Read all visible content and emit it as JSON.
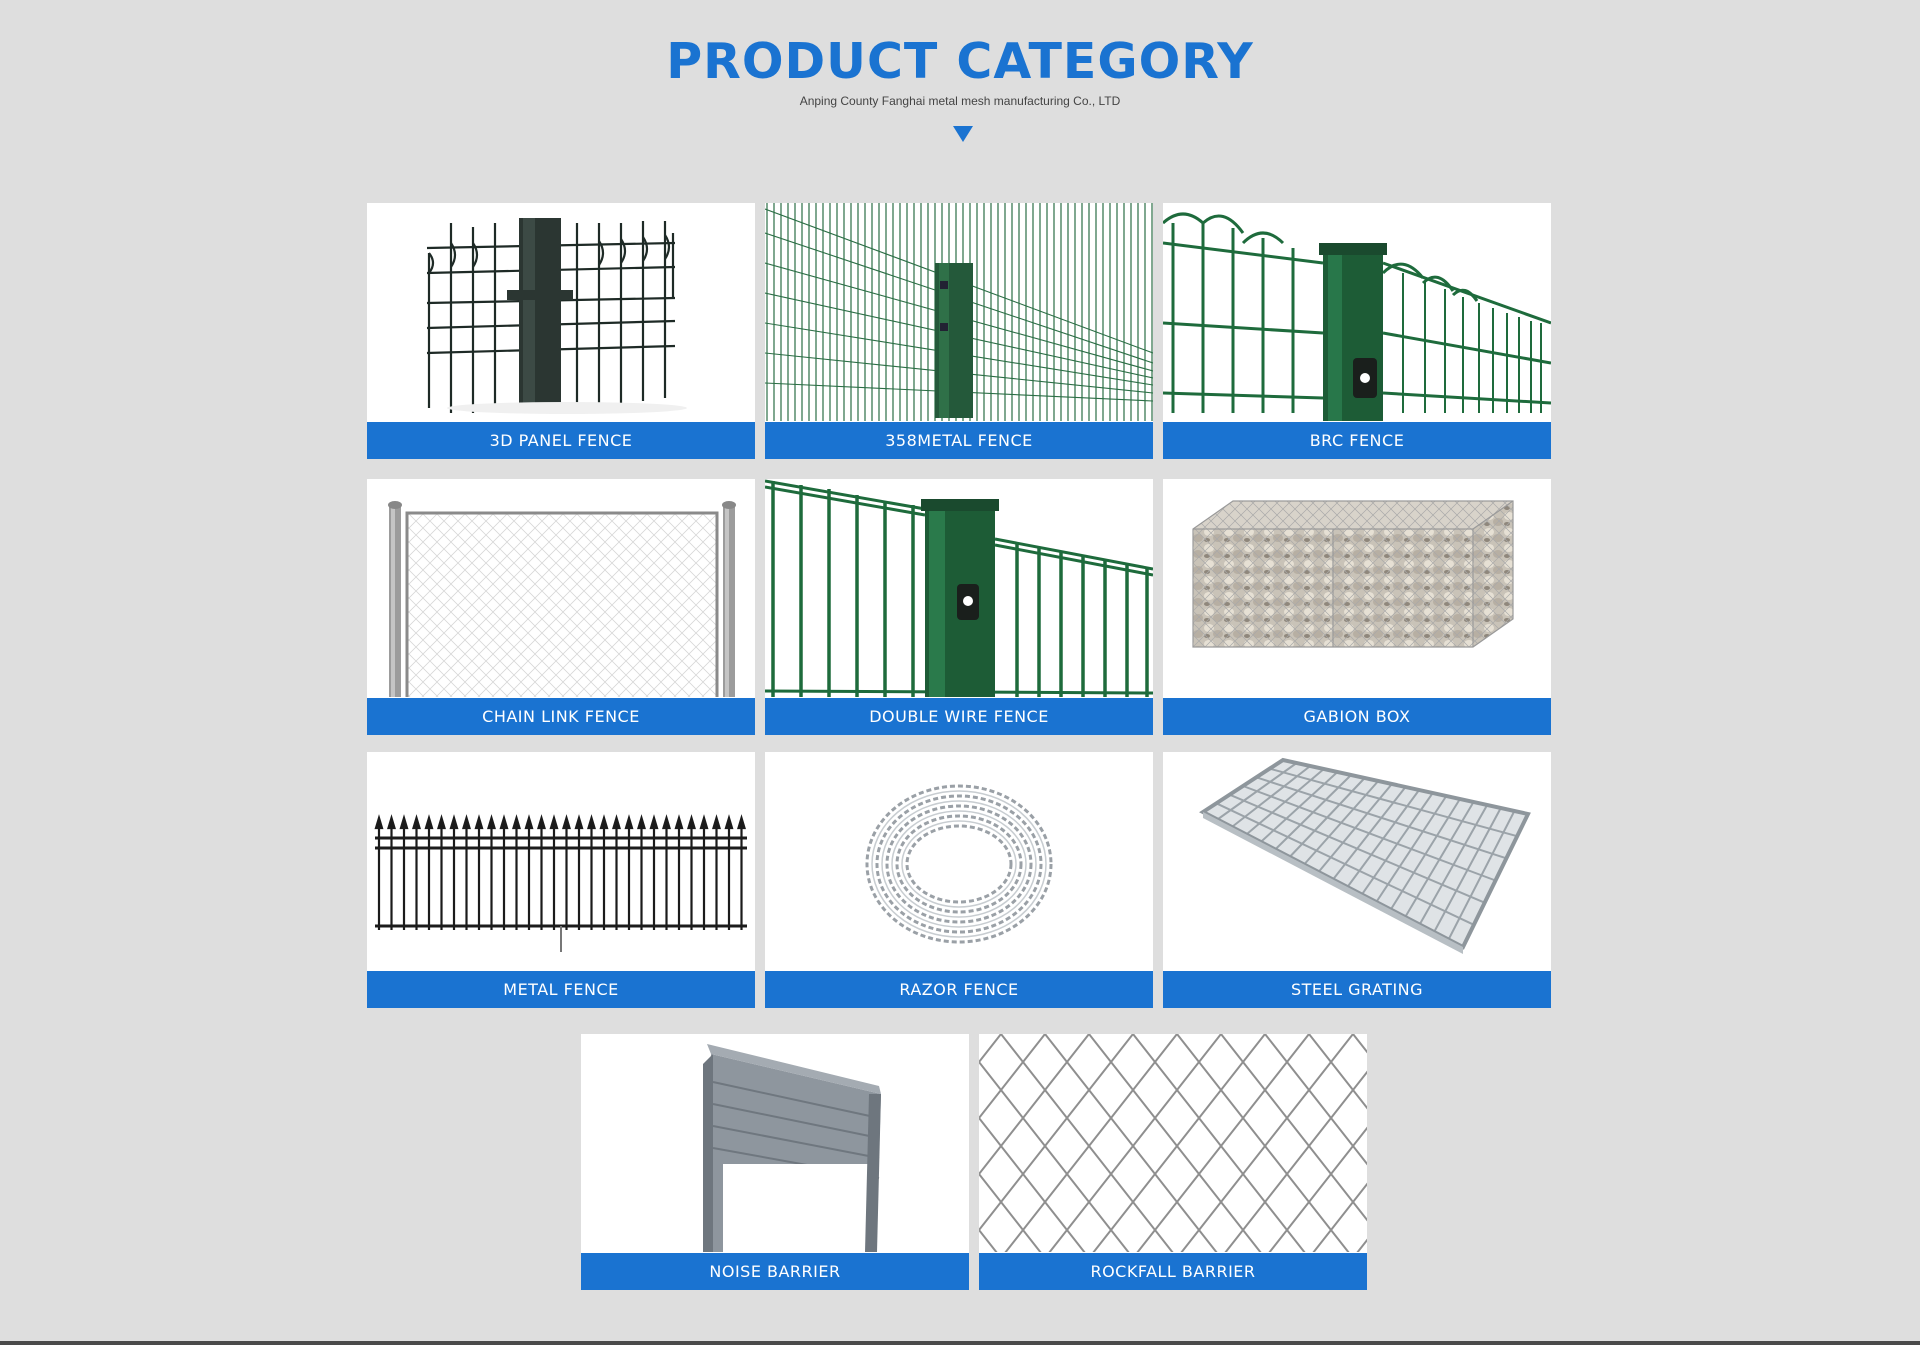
{
  "header": {
    "title": "PRODUCT CATEGORY",
    "subtitle": "Anping County Fanghai metal mesh manufacturing Co., LTD"
  },
  "colors": {
    "accent": "#1a73d1",
    "background": "#dedede",
    "fence_green": "#1f5a3a",
    "dark_fence": "#1e2a26"
  },
  "products": [
    {
      "label": "3D PANEL FENCE",
      "icon": "3d-panel-fence-image"
    },
    {
      "label": "358METAL FENCE",
      "icon": "358-metal-fence-image"
    },
    {
      "label": "BRC FENCE",
      "icon": "brc-fence-image"
    },
    {
      "label": "CHAIN LINK FENCE",
      "icon": "chain-link-fence-image"
    },
    {
      "label": "DOUBLE WIRE FENCE",
      "icon": "double-wire-fence-image"
    },
    {
      "label": "GABION BOX",
      "icon": "gabion-box-image"
    },
    {
      "label": "METAL FENCE",
      "icon": "metal-fence-image"
    },
    {
      "label": "RAZOR FENCE",
      "icon": "razor-fence-image"
    },
    {
      "label": "STEEL GRATING",
      "icon": "steel-grating-image"
    },
    {
      "label": "NOISE BARRIER",
      "icon": "noise-barrier-image"
    },
    {
      "label": "ROCKFALL BARRIER",
      "icon": "rockfall-barrier-image"
    }
  ]
}
